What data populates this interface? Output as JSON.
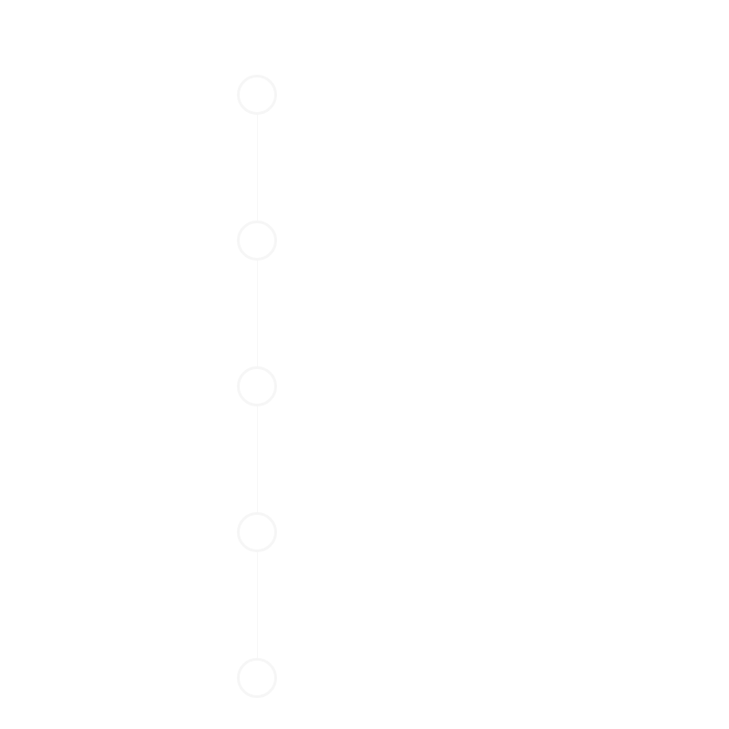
{
  "timeline": {
    "steps": [
      {
        "id": "step-1"
      },
      {
        "id": "step-2"
      },
      {
        "id": "step-3"
      },
      {
        "id": "step-4"
      },
      {
        "id": "step-5"
      }
    ]
  },
  "colors": {
    "background": "#ffffff",
    "node_border": "#f6f6f6",
    "connector": "#f7f7f7"
  },
  "icons": {
    "step_node": "circle-outline-icon"
  }
}
